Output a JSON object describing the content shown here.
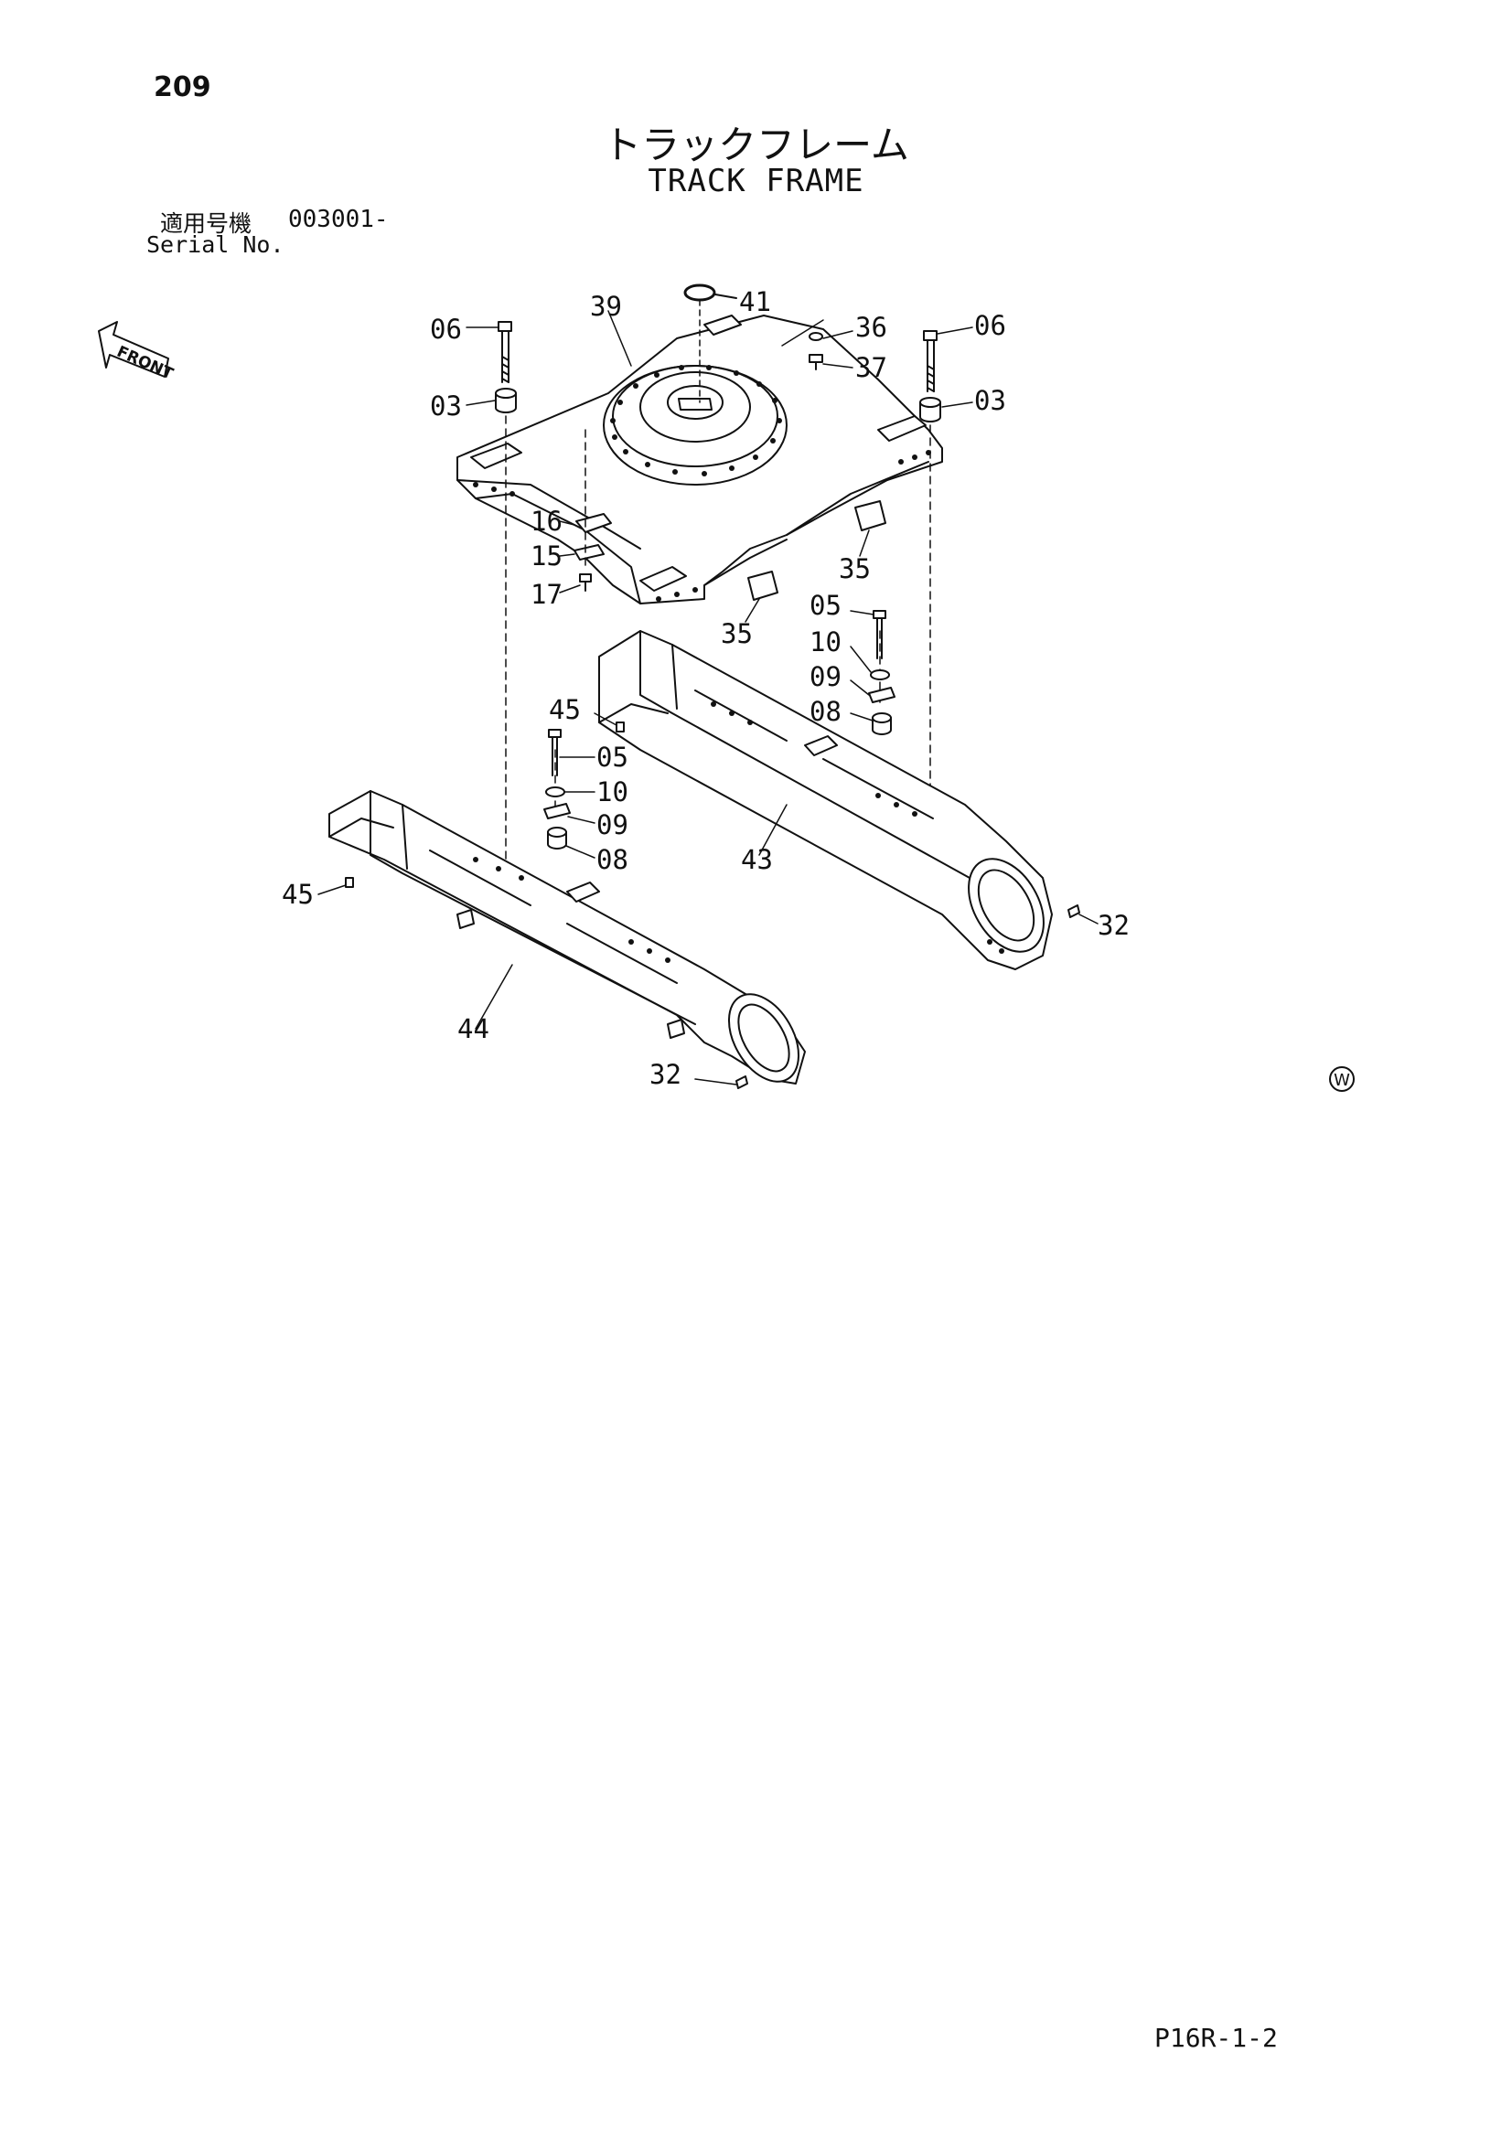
{
  "page_number": "209",
  "title_jp": "トラックフレーム",
  "title_en": "TRACK FRAME",
  "serial": {
    "label_jp": "適用号機",
    "label_en": "Serial No.",
    "value": "003001-"
  },
  "front_label": "FRONT",
  "watermark": "W",
  "footer_code": "P16R-1-2",
  "callouts": {
    "c06a": "06",
    "c06b": "06",
    "c03a": "03",
    "c03b": "03",
    "c39": "39",
    "c41": "41",
    "c36": "36",
    "c37": "37",
    "c16": "16",
    "c15": "15",
    "c17": "17",
    "c35a": "35",
    "c35b": "35",
    "c05a": "05",
    "c10a": "10",
    "c09a": "09",
    "c08a": "08",
    "c45a": "45",
    "c05b": "05",
    "c10b": "10",
    "c09b": "09",
    "c08b": "08",
    "c43": "43",
    "c45b": "45",
    "c32a": "32",
    "c44": "44",
    "c32b": "32"
  }
}
